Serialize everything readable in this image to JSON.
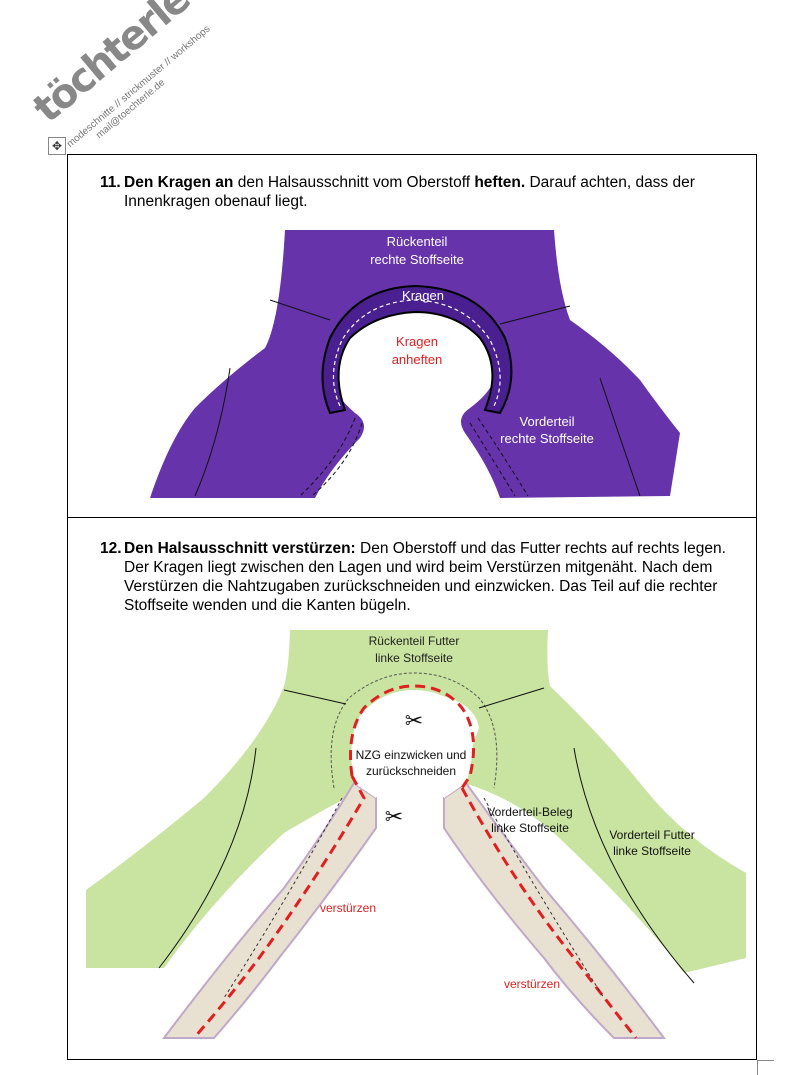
{
  "logo": {
    "brand": "töchterle",
    "tagline_1": "modeschnitte // strickmuster // workshops",
    "tagline_2": "mail@toechterle.de"
  },
  "step11": {
    "number": "11.",
    "bold1": "Den Kragen an",
    "text1": " den Halsausschnitt vom Oberstoff ",
    "bold2": "heften.",
    "text2": " Darauf achten, dass der Innenkragen obenauf liegt.",
    "labels": {
      "back": "Rückenteil",
      "back2": "rechte Stoffseite",
      "collar": "Kragen",
      "baste": "Kragen",
      "baste2": "anheften",
      "front": "Vorderteil",
      "front2": "rechte Stoffseite"
    }
  },
  "step12": {
    "number": "12.",
    "bold1": "Den Halsausschnitt verstürzen:",
    "text1": " Den Oberstoff und das Futter rechts auf rechts legen. Der Kragen liegt zwischen den Lagen und wird beim Verstürzen mitgenäht. Nach dem Verstürzen die Nahtzugaben zurückschneiden und einzwicken. Das Teil auf die rechter Stoffseite wenden und die Kanten bügeln.",
    "labels": {
      "back": "Rückenteil Futter",
      "back2": "linke Stoffseite",
      "nzg": "NZG einzwicken und",
      "nzg2": "zurückschneiden",
      "facing": "Vorderteil-Beleg",
      "facing2": "linke Stoffseite",
      "front": "Vorderteil Futter",
      "front2": "linke Stoffseite",
      "sew_left": "verstürzen",
      "sew_right": "verstürzen"
    }
  },
  "colors": {
    "purple": "#6633aa",
    "green": "#c9e3a0",
    "sand": "#e8e0d0",
    "red": "#e02020"
  }
}
